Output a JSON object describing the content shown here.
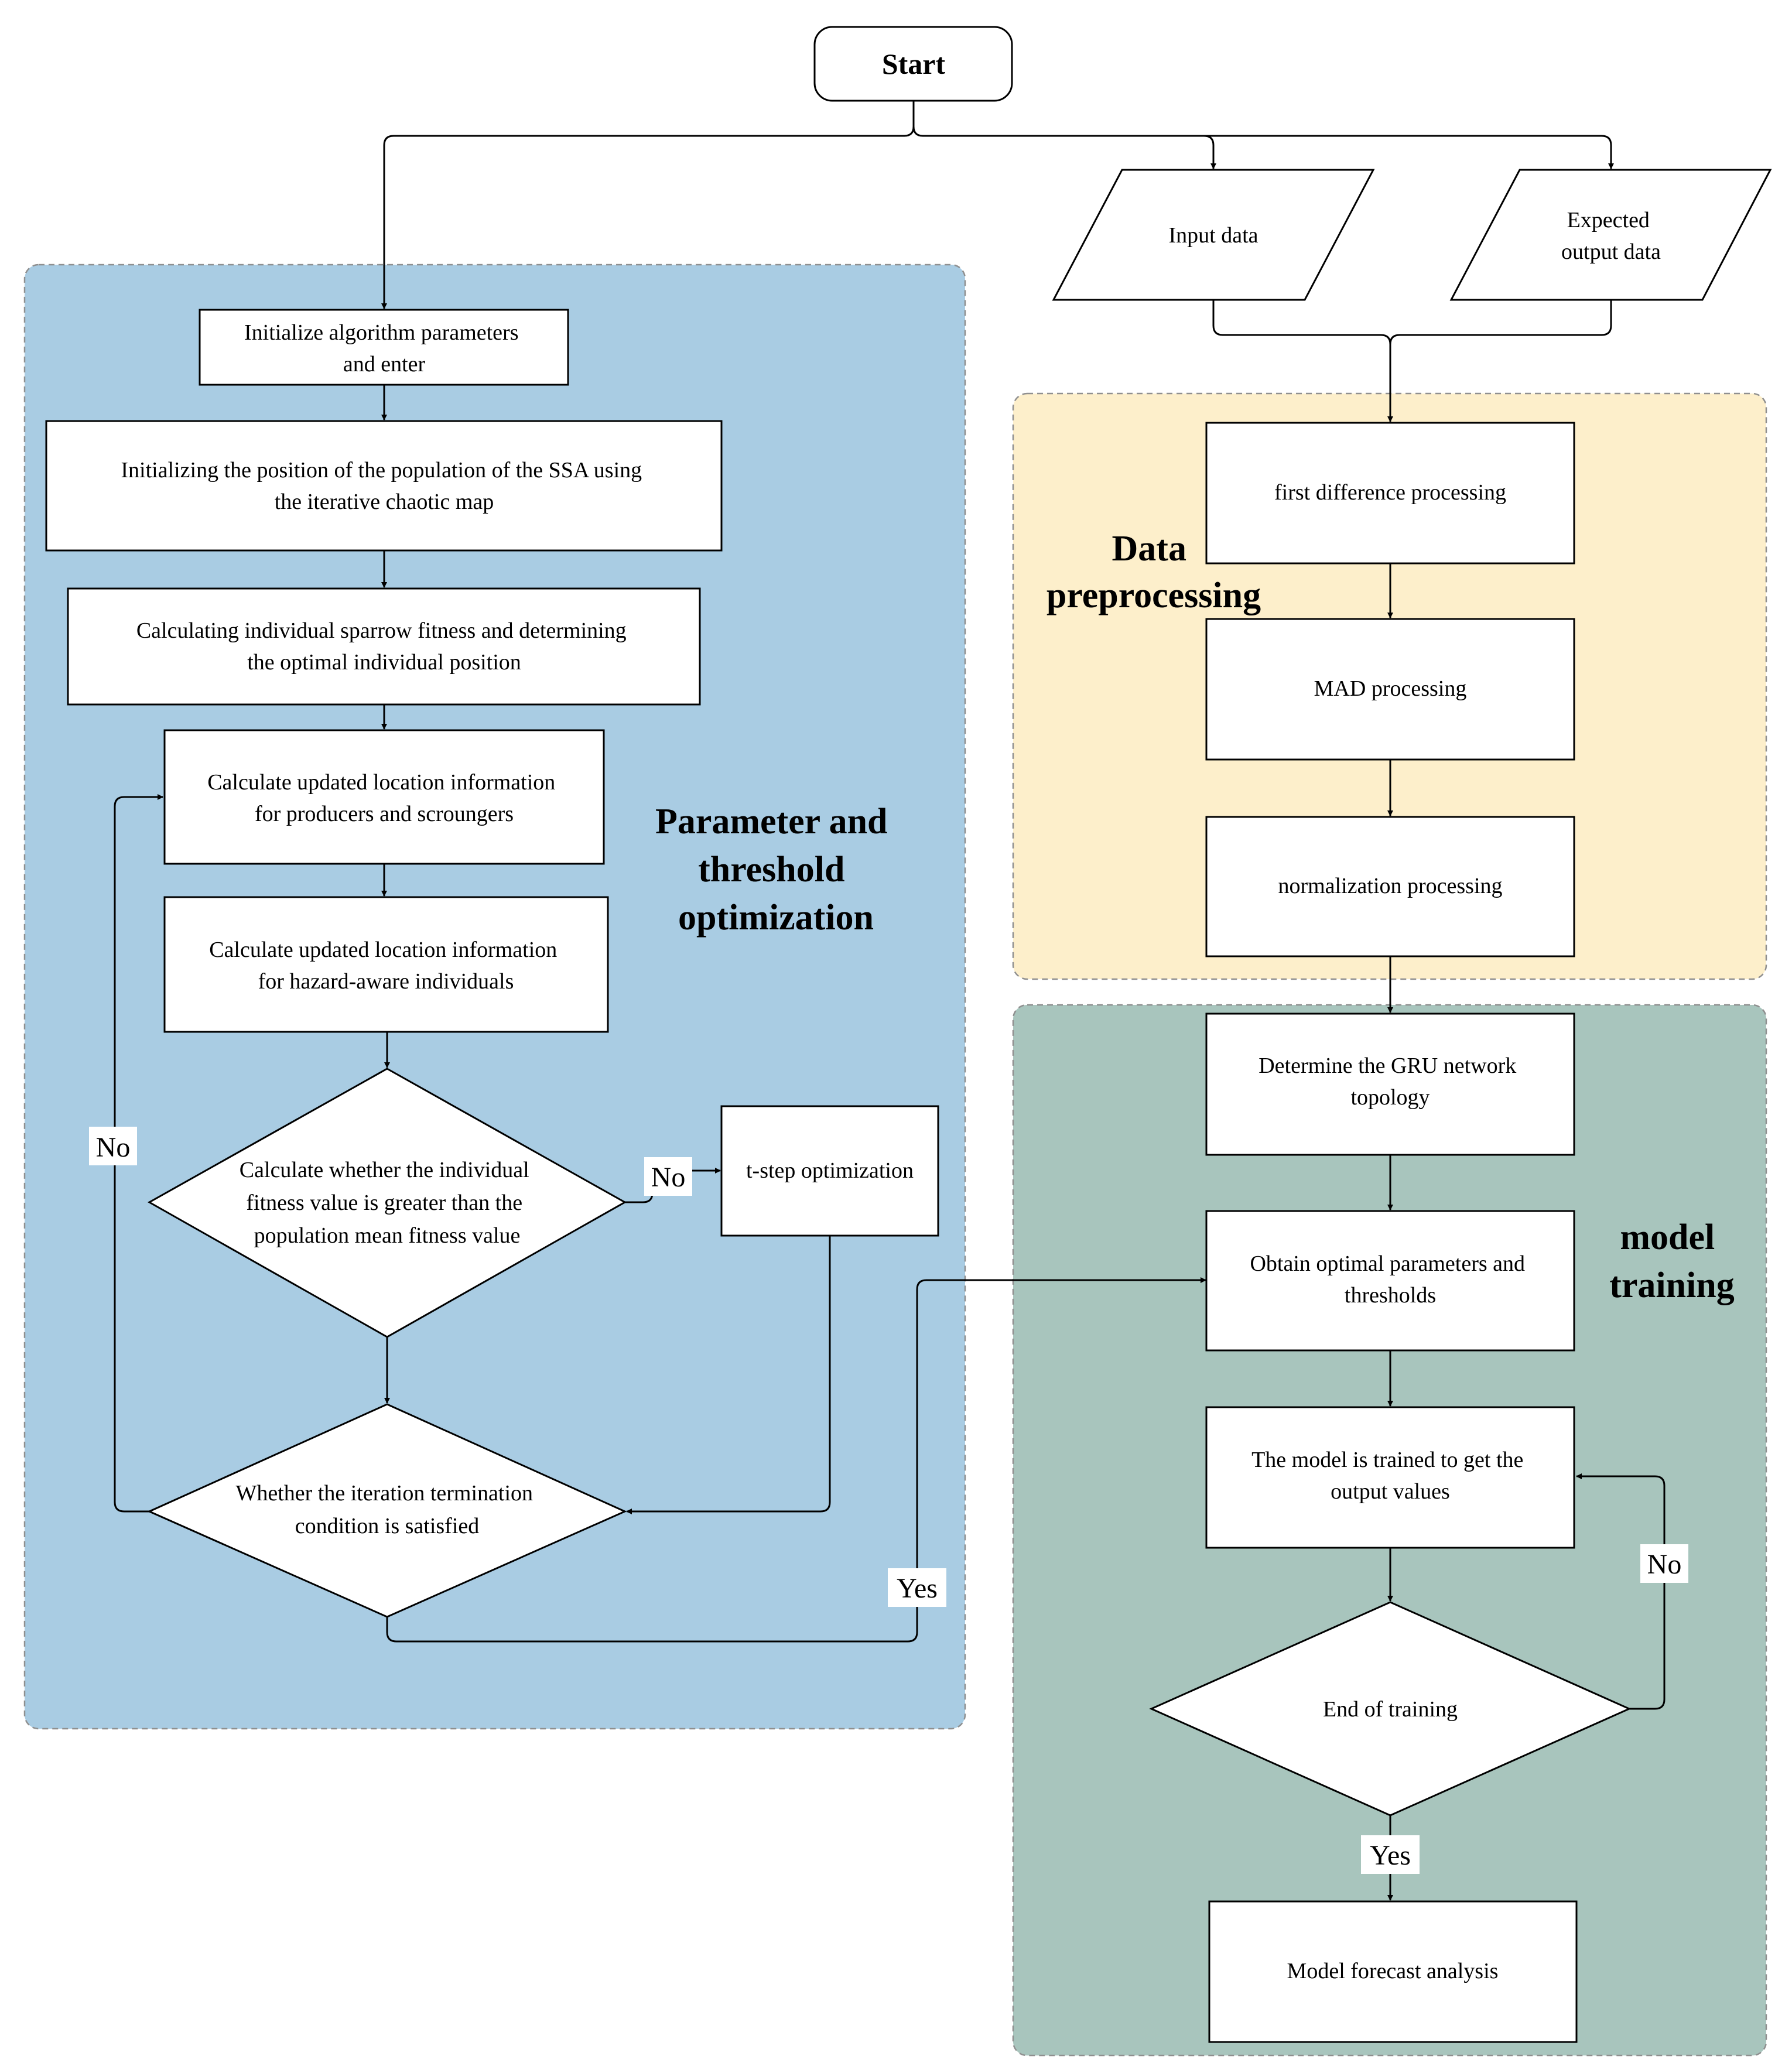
{
  "start": "Start",
  "inputs": {
    "input_data": "Input data",
    "expected_output": [
      "Expected",
      "output data"
    ]
  },
  "regions": {
    "param_opt": {
      "title": [
        "Parameter and",
        "threshold",
        "optimization"
      ],
      "color": "#a9cce3"
    },
    "preprocess": {
      "title": [
        "Data",
        "preprocessing"
      ],
      "color": "#fdefcb"
    },
    "training": {
      "title": [
        "model",
        "training"
      ],
      "color": "#a8c5bd"
    }
  },
  "ssa_steps": {
    "init_params": [
      "Initialize algorithm parameters",
      "and enter"
    ],
    "init_position": [
      "Initializing the position of the population of the SSA using",
      "the iterative chaotic map"
    ],
    "calc_fitness": [
      "Calculating individual sparrow fitness and determining",
      "the optimal individual position"
    ],
    "update_producers": [
      "Calculate updated location information",
      "for producers and  scroungers"
    ],
    "update_hazard": [
      "Calculate updated location information",
      "for hazard-aware individuals"
    ],
    "decision_fitness": [
      "Calculate whether the individual",
      "fitness value is greater than the",
      "population mean fitness value"
    ],
    "t_step": "t-step optimization",
    "decision_termination": [
      "Whether the iteration termination",
      "condition is satisfied"
    ]
  },
  "preprocess_steps": {
    "first_difference": "first difference processing",
    "mad": "MAD processing",
    "normalization": "normalization processing"
  },
  "training_steps": {
    "gru_topology": [
      "Determine the GRU network",
      "topology"
    ],
    "optimal_params": [
      "Obtain optimal parameters and",
      "thresholds"
    ],
    "train_model": [
      "The model is trained to get the",
      "output values"
    ],
    "end_training": "End of training",
    "forecast": "Model forecast analysis"
  },
  "branch_labels": {
    "no_loop": "No",
    "no_tstep": "No",
    "yes_exit": "Yes",
    "no_training": "No",
    "yes_training": "Yes"
  }
}
